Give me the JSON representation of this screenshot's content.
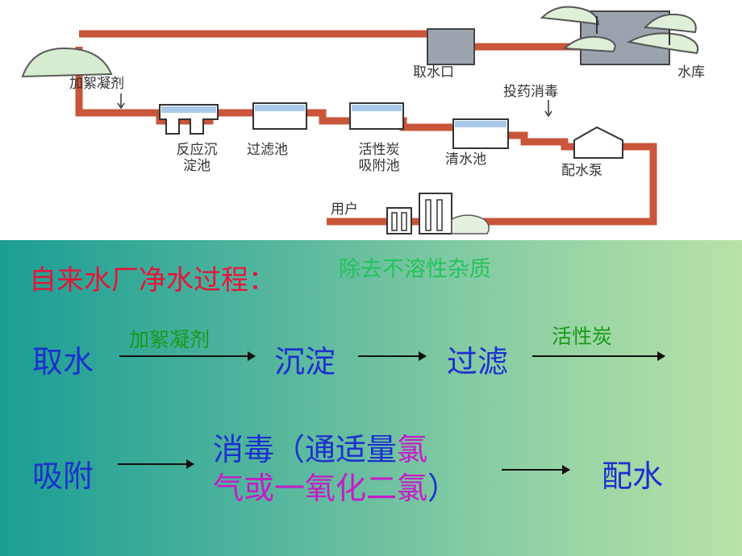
{
  "diagram": {
    "labels": {
      "coagulant": "加絮凝剂",
      "intake": "取水口",
      "reservoir": "水库",
      "disinfect": "投药消毒",
      "reaction_line1": "反应沉",
      "reaction_line2": "淀池",
      "filter": "过滤池",
      "carbon_line1": "活性炭",
      "carbon_line2": "吸附池",
      "clear": "清水池",
      "pump": "配水泵",
      "user": "用户"
    }
  },
  "process": {
    "title": "自来水厂净水过程：",
    "subtitle": "除去不溶性杂质",
    "step1": "取水",
    "arrow1_label": "加絮凝剂",
    "step2": "沉淀",
    "step3": "过滤",
    "arrow3_label": "活性炭",
    "step4": "吸附",
    "step5_part1": "消毒（通适量",
    "step5_part2": "氯",
    "step5_part3": "气或一氧化二氯",
    "step5_part4": "）",
    "step6": "配水"
  },
  "colors": {
    "pipe": "#c9553a",
    "title_red": "#e8143c",
    "step_blue": "#1d2fd0",
    "note_green": "#1a9a1a",
    "highlight_magenta": "#c41ec8"
  }
}
